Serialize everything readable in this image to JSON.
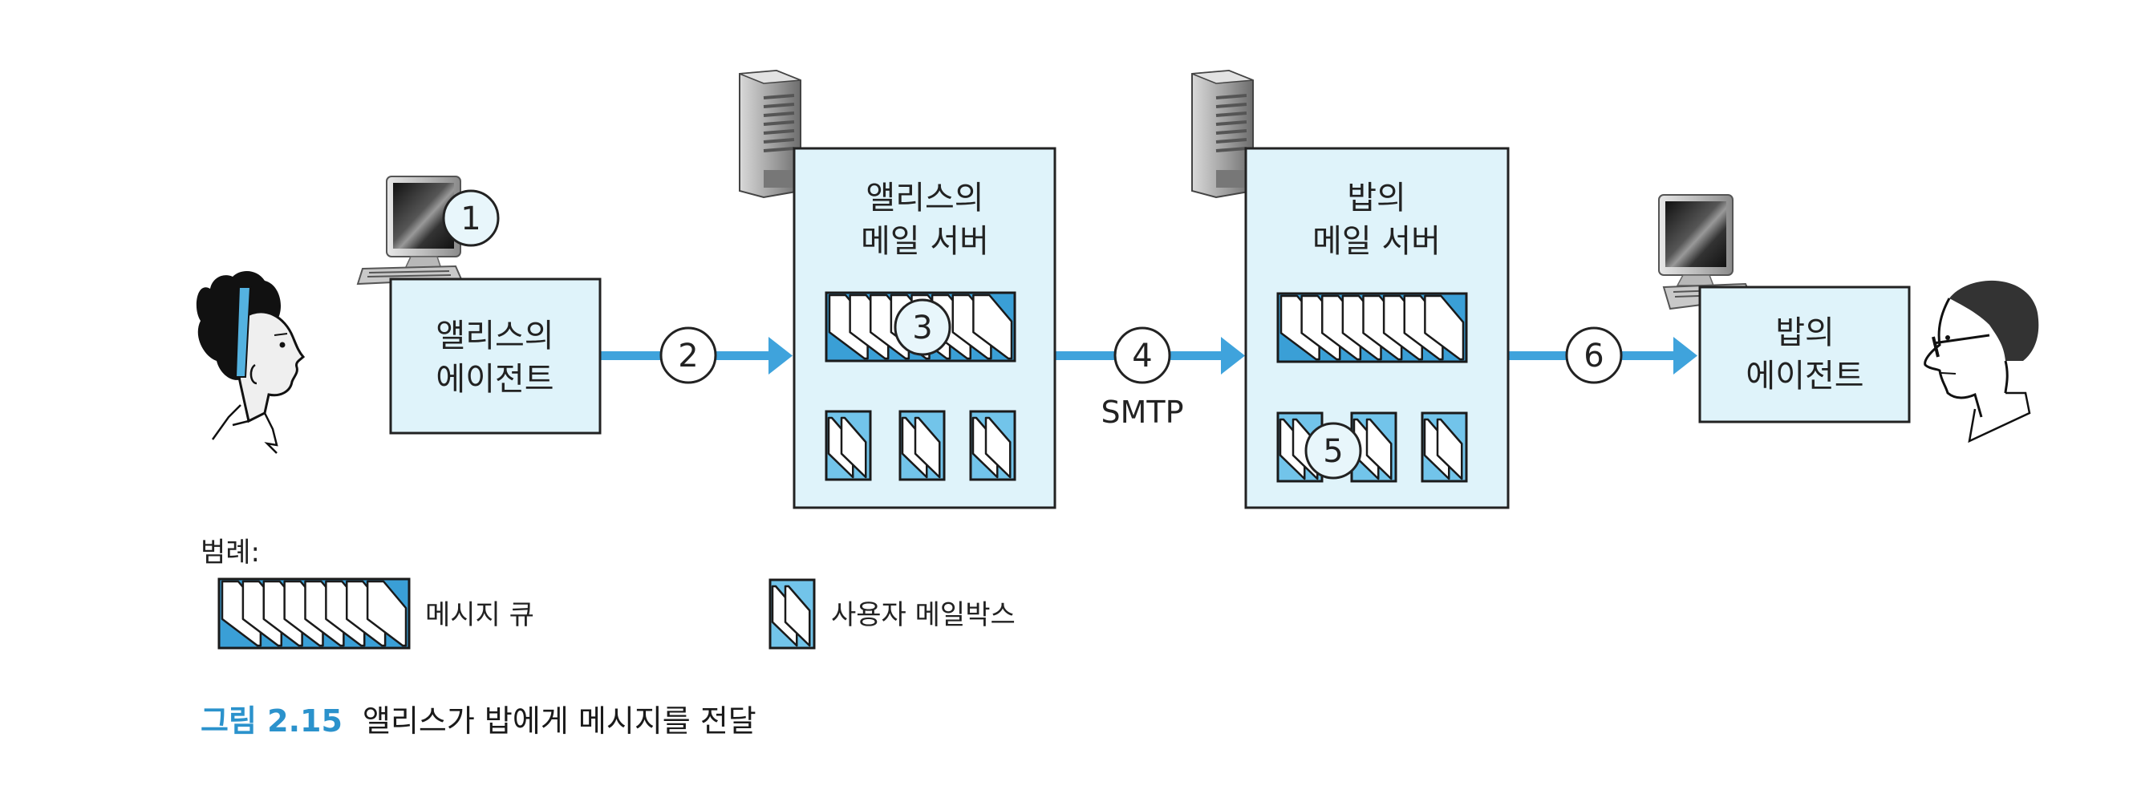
{
  "figure": {
    "caption_number": "그림 2.15",
    "caption_text": "앨리스가 밥에게 메시지를 전달"
  },
  "colors": {
    "box_fill": "#dff3fa",
    "arrow": "#3fa3dc",
    "queue_blue": "#3a9fd6",
    "mailbox_blue": "#72c4ea",
    "caption_blue": "#2b92cc"
  },
  "nodes": {
    "alice_agent": {
      "line1": "앨리스의",
      "line2": "에이전트"
    },
    "alice_server": {
      "line1": "앨리스의",
      "line2": "메일 서버"
    },
    "bob_server": {
      "line1": "밥의",
      "line2": "메일 서버"
    },
    "bob_agent": {
      "line1": "밥의",
      "line2": "에이전트"
    }
  },
  "steps": [
    "1",
    "2",
    "3",
    "4",
    "5",
    "6"
  ],
  "protocol_label": "SMTP",
  "legend": {
    "title": "범례:",
    "message_queue": "메시지 큐",
    "user_mailbox": "사용자 메일박스"
  }
}
